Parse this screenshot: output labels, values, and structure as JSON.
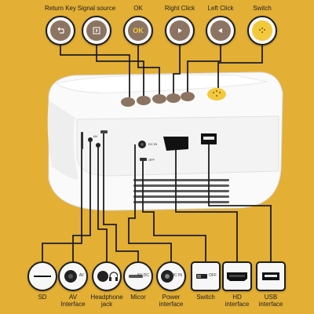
{
  "top_controls": [
    {
      "label": "Return Key",
      "icon": "return-icon"
    },
    {
      "label": "Signal source",
      "icon": "source-icon"
    },
    {
      "label": "OK",
      "icon": "ok-icon",
      "text": "OK"
    },
    {
      "label": "Right Click",
      "icon": "play-right-icon"
    },
    {
      "label": "Left Click",
      "icon": "play-left-icon"
    },
    {
      "label": "Switch",
      "icon": "power-dots-icon"
    }
  ],
  "bottom_ports": [
    {
      "label": "SD",
      "icon": "sd-slot-icon"
    },
    {
      "label": "AV Interface",
      "line1": "AV",
      "line2": "Interface",
      "icon": "av-port-icon",
      "tag": "AV"
    },
    {
      "label": "Headphone jack",
      "line1": "Headphone",
      "line2": "jack",
      "icon": "headphone-icon"
    },
    {
      "label": "Micor",
      "icon": "micro-usb-icon",
      "tag": "5V DC"
    },
    {
      "label": "Power interface",
      "line1": "Power",
      "line2": "interface",
      "icon": "dc-power-icon",
      "tag": "DC IN"
    },
    {
      "label": "Switch",
      "icon": "switch-icon",
      "tag": "OFF"
    },
    {
      "label": "HD interface",
      "line1": "HD",
      "line2": "interface",
      "icon": "hdmi-icon"
    },
    {
      "label": "USB interface",
      "line1": "USB",
      "line2": "interface",
      "icon": "usb-icon"
    }
  ],
  "device_marks": {
    "dc_in": "DC IN",
    "off": "OFF",
    "av": "AV"
  },
  "colors": {
    "background": "#E3AF35",
    "button_brown": "#8B7461",
    "switch_yellow": "#F3C93C",
    "device_white": "#FAFAFA",
    "line": "#1E1E1E"
  }
}
